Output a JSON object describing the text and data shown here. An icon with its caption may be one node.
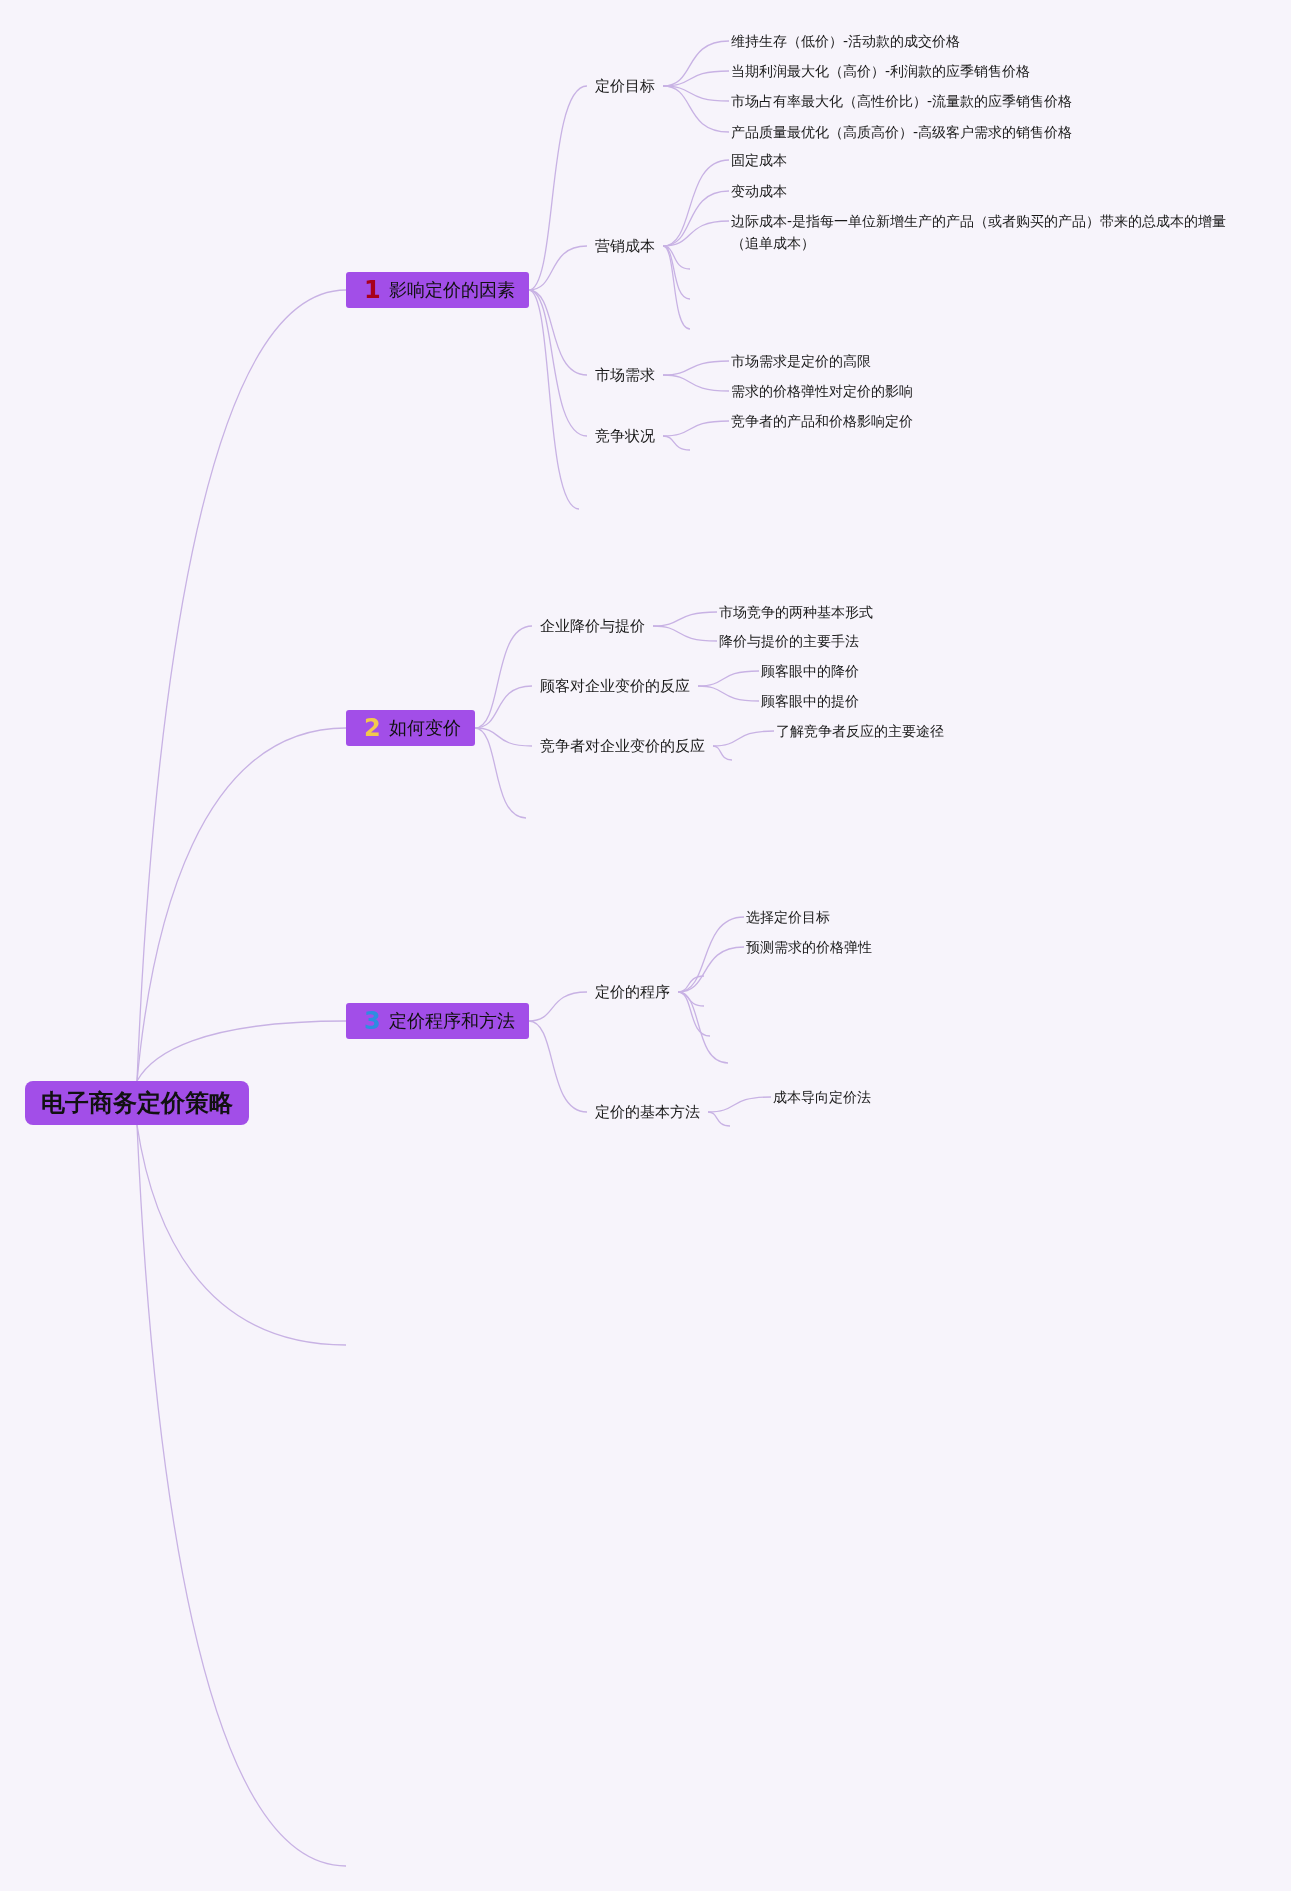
{
  "diagram": {
    "nodes": [
      {
        "text": [
          "电子商务定价策略"
        ]
      },
      {
        "text": [
          "1",
          "影响定价的因素"
        ]
      },
      {
        "text": [
          "定价目标"
        ]
      },
      {
        "text": [
          "维持生存（低价）-活动款的成交价格"
        ]
      },
      {
        "text": [
          "当期利润最大化（高价）-利润款的应季销售价格"
        ]
      },
      {
        "text": [
          "市场占有率最大化（高性价比）-流量款的应季销售价格"
        ]
      },
      {
        "text": [
          "产品质量最优化（高质高价）-高级客户需求的销售价格"
        ]
      },
      {
        "text": [
          "营销成本"
        ]
      },
      {
        "text": [
          "固定成本"
        ]
      },
      {
        "text": [
          "变动成本"
        ]
      },
      {
        "text": [
          "边际成本-是指每一单位新增生产的产品（或者购买的产品）带来的总成本的增量（追单成本）"
        ]
      },
      {
        "text": [
          "市场需求"
        ]
      },
      {
        "text": [
          "市场需求是定价的高限"
        ]
      },
      {
        "text": [
          "需求的价格弹性对定价的影响"
        ]
      },
      {
        "text": [
          "竞争状况"
        ]
      },
      {
        "text": [
          "竞争者的产品和价格影响定价"
        ]
      },
      {
        "text": [
          "2",
          "如何变价"
        ]
      },
      {
        "text": [
          "企业降价与提价"
        ]
      },
      {
        "text": [
          "市场竞争的两种基本形式"
        ]
      },
      {
        "text": [
          "降价与提价的主要手法"
        ]
      },
      {
        "text": [
          "顾客对企业变价的反应"
        ]
      },
      {
        "text": [
          "顾客眼中的降价"
        ]
      },
      {
        "text": [
          "顾客眼中的提价"
        ]
      },
      {
        "text": [
          "竞争者对企业变价的反应"
        ]
      },
      {
        "text": [
          "了解竞争者反应的主要途径"
        ]
      },
      {
        "text": [
          "3",
          "定价程序和方法"
        ]
      },
      {
        "text": [
          "定价的程序"
        ]
      },
      {
        "text": [
          "选择定价目标"
        ]
      },
      {
        "text": [
          "预测需求的价格弹性"
        ]
      },
      {
        "text": [
          "定价的基本方法"
        ]
      },
      {
        "text": [
          "成本导向定价法"
        ]
      }
    ],
    "edges": [
      {
        "from": 0,
        "to": 1,
        "arrow": "none"
      },
      {
        "from": 0,
        "to": 16,
        "arrow": "none"
      },
      {
        "from": 0,
        "to": 25,
        "arrow": "none"
      },
      {
        "from": 0,
        "to": null,
        "arrow": "none"
      },
      {
        "from": 0,
        "to": null,
        "arrow": "none"
      },
      {
        "from": 1,
        "to": 2,
        "arrow": "none"
      },
      {
        "from": 1,
        "to": 7,
        "arrow": "none"
      },
      {
        "from": 1,
        "to": 11,
        "arrow": "none"
      },
      {
        "from": 1,
        "to": 14,
        "arrow": "none"
      },
      {
        "from": 1,
        "to": null,
        "arrow": "none"
      },
      {
        "from": 2,
        "to": 3,
        "arrow": "none"
      },
      {
        "from": 2,
        "to": 4,
        "arrow": "none"
      },
      {
        "from": 2,
        "to": 5,
        "arrow": "none"
      },
      {
        "from": 2,
        "to": 6,
        "arrow": "none"
      },
      {
        "from": 7,
        "to": 8,
        "arrow": "none"
      },
      {
        "from": 7,
        "to": 9,
        "arrow": "none"
      },
      {
        "from": 7,
        "to": 10,
        "arrow": "none"
      },
      {
        "from": 7,
        "to": null,
        "arrow": "none"
      },
      {
        "from": 7,
        "to": null,
        "arrow": "none"
      },
      {
        "from": 7,
        "to": null,
        "arrow": "none"
      },
      {
        "from": 11,
        "to": 12,
        "arrow": "none"
      },
      {
        "from": 11,
        "to": 13,
        "arrow": "none"
      },
      {
        "from": 14,
        "to": 15,
        "arrow": "none"
      },
      {
        "from": 14,
        "to": null,
        "arrow": "none"
      },
      {
        "from": 16,
        "to": 17,
        "arrow": "none"
      },
      {
        "from": 16,
        "to": 20,
        "arrow": "none"
      },
      {
        "from": 16,
        "to": 23,
        "arrow": "none"
      },
      {
        "from": 16,
        "to": null,
        "arrow": "none"
      },
      {
        "from": 17,
        "to": 18,
        "arrow": "none"
      },
      {
        "from": 17,
        "to": 19,
        "arrow": "none"
      },
      {
        "from": 20,
        "to": 21,
        "arrow": "none"
      },
      {
        "from": 20,
        "to": 22,
        "arrow": "none"
      },
      {
        "from": 23,
        "to": 24,
        "arrow": "none"
      },
      {
        "from": 23,
        "to": null,
        "arrow": "none"
      },
      {
        "from": 25,
        "to": 26,
        "arrow": "none"
      },
      {
        "from": 25,
        "to": 29,
        "arrow": "none"
      },
      {
        "from": 26,
        "to": 27,
        "arrow": "none"
      },
      {
        "from": 26,
        "to": 28,
        "arrow": "none"
      },
      {
        "from": 26,
        "to": null,
        "arrow": "none"
      },
      {
        "from": 26,
        "to": null,
        "arrow": "none"
      },
      {
        "from": 26,
        "to": null,
        "arrow": "none"
      },
      {
        "from": 26,
        "to": null,
        "arrow": "none"
      },
      {
        "from": 29,
        "to": 30,
        "arrow": "none"
      },
      {
        "from": 29,
        "to": null,
        "arrow": "none"
      }
    ]
  }
}
